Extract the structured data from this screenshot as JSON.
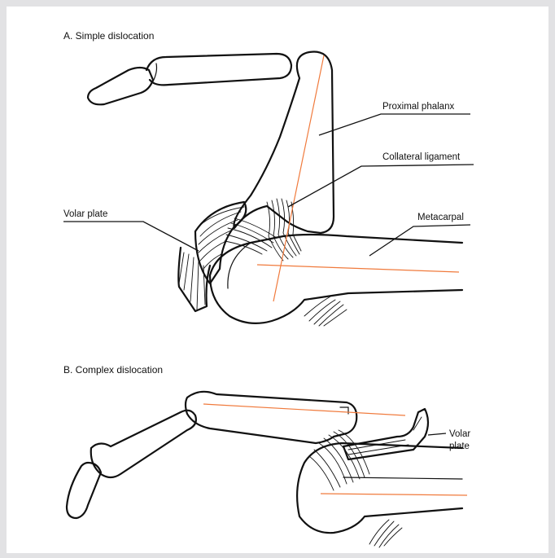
{
  "panels": {
    "a": {
      "title": "A. Simple dislocation",
      "labels": {
        "proximal_phalanx": "Proximal phalanx",
        "collateral_ligament": "Collateral ligament",
        "volar_plate": "Volar plate",
        "metacarpal": "Metacarpal"
      }
    },
    "b": {
      "title": "B. Complex dislocation",
      "labels": {
        "volar_plate_line1": "Volar",
        "volar_plate_line2": "plate"
      }
    }
  },
  "colors": {
    "background": "#e2e2e4",
    "canvas": "#ffffff",
    "line": "#111111",
    "axis": "#f07a3c"
  }
}
